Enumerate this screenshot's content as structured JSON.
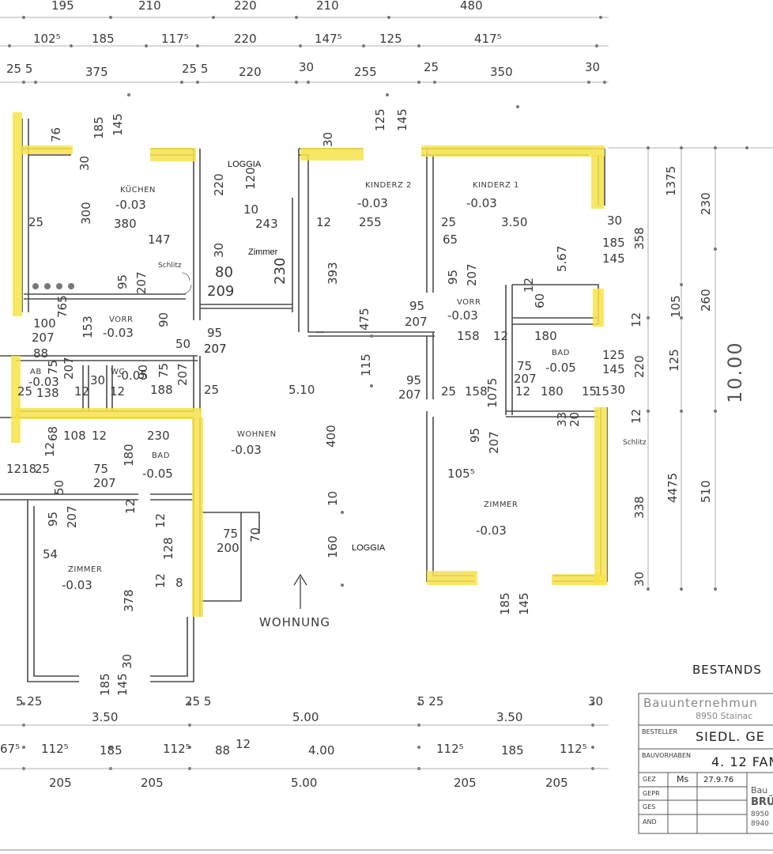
{
  "colors": {
    "wall": "#444444",
    "highlight": "#f7e34a",
    "paper": "#ffffff"
  },
  "dims_top_row1": [
    "195",
    "210",
    "220",
    "210",
    "480"
  ],
  "dims_top_row2": [
    "102⁵",
    "185",
    "117⁵",
    "220",
    "147⁵",
    "125",
    "417⁵"
  ],
  "dims_top_row3": [
    "25 5",
    "375",
    "25 5",
    "220",
    "30",
    "255",
    "25",
    "350",
    "30"
  ],
  "rooms": {
    "kuche": {
      "name": "KÜCHEN",
      "level": "-0.03"
    },
    "loggia_top": {
      "name": "LOGGIA"
    },
    "zimmer_mid": {
      "name": "Zimmer"
    },
    "kinderz2": {
      "name": "KINDERZ 2",
      "level": "-0.03"
    },
    "kinderz1": {
      "name": "KINDERZ 1",
      "level": "-0.03"
    },
    "vorr_left": {
      "name": "VORR",
      "level": "-0.03"
    },
    "vorr_right": {
      "name": "VORR",
      "level": "-0.03"
    },
    "bad_right": {
      "name": "BAD",
      "level": "-0.05"
    },
    "wohnen": {
      "name": "WOHNEN",
      "level": "-0.03"
    },
    "bad_left": {
      "name": "BAD",
      "level": "-0.05"
    },
    "wc": {
      "name": "WC",
      "level": "-0.05"
    },
    "ab": {
      "name": "AB",
      "level": "-0.03"
    },
    "zimmer_left": {
      "name": "ZIMMER",
      "level": "-0.03"
    },
    "zimmer_right": {
      "name": "ZIMMER",
      "level": "-0.03"
    },
    "loggia_bottom": {
      "name": "LOGGIA"
    }
  },
  "labels": {
    "wohnung": "WOHNUNG",
    "bestand": "BESTANDS",
    "big_dim": "10.00",
    "schlitz1": "Schlitz",
    "schlitz2": "Schlitz"
  },
  "inner_dims": [
    "76",
    "185",
    "145",
    "30",
    "220",
    "120",
    "125",
    "145",
    "30",
    "300",
    "380",
    "147",
    "10",
    "243",
    "12",
    "255",
    "25",
    "3.50",
    "30",
    "25",
    "30",
    "80",
    "209",
    "230",
    "393",
    "65",
    "95",
    "207",
    "5.67",
    "185",
    "145",
    "95",
    "207",
    "475",
    "95",
    "207",
    "158",
    "12",
    "60",
    "12",
    "358",
    "100",
    "765",
    "153",
    "90",
    "95",
    "207",
    "180",
    "125",
    "145",
    "105",
    "207",
    "50",
    "207",
    "115",
    "75",
    "207",
    "12",
    "220",
    "125",
    "88",
    "75",
    "207",
    "30",
    "90",
    "75",
    "207",
    "188",
    "25",
    "5.10",
    "95",
    "207",
    "25",
    "158",
    "1075",
    "12",
    "180",
    "15",
    "15",
    "30",
    "25",
    "138",
    "12",
    "12",
    "108",
    "12",
    "230",
    "400",
    "95",
    "207",
    "33",
    "20",
    "12",
    "68",
    "75",
    "207",
    "180",
    "12",
    "12",
    "4475",
    "510",
    "1218",
    "25",
    "50",
    "105⁵",
    "1375",
    "230",
    "260",
    "10.00",
    "95",
    "207",
    "12",
    "30",
    "75",
    "200",
    "70",
    "10",
    "338",
    "30",
    "54",
    "128",
    "160",
    "185",
    "145",
    "12",
    "8",
    "378",
    "30",
    "185",
    "145"
  ],
  "dims_bottom_row1": [
    "5 25",
    "25 5",
    "5 25",
    "30"
  ],
  "dims_bottom_row2": [
    "3.50",
    "5.00",
    "3.50"
  ],
  "dims_bottom_row3": [
    "67⁵",
    "112⁵",
    "185",
    "112⁵",
    "88",
    "12",
    "4.00",
    "112⁵",
    "185",
    "112⁵"
  ],
  "dims_bottom_row4": [
    "205",
    "205",
    "5.00",
    "205",
    "205"
  ],
  "title_block": {
    "company": "Bauunternehmun",
    "place": "8950 Stainac",
    "besteller_label": "BESTELLER",
    "besteller_value": "SIEDL. GE",
    "bauvorhaben_label": "BAUVORHABEN",
    "bauvorhaben_value": "4. 12 FAM",
    "gez": "GEZ",
    "gepr": "GEPR",
    "ges": "GES",
    "and": "AND",
    "initials": "Ms",
    "date": "27.9.76",
    "stamp_line1": "Bau",
    "stamp_line2": "BRÜ",
    "stamp_line3": "8950",
    "stamp_line4": "8940"
  }
}
